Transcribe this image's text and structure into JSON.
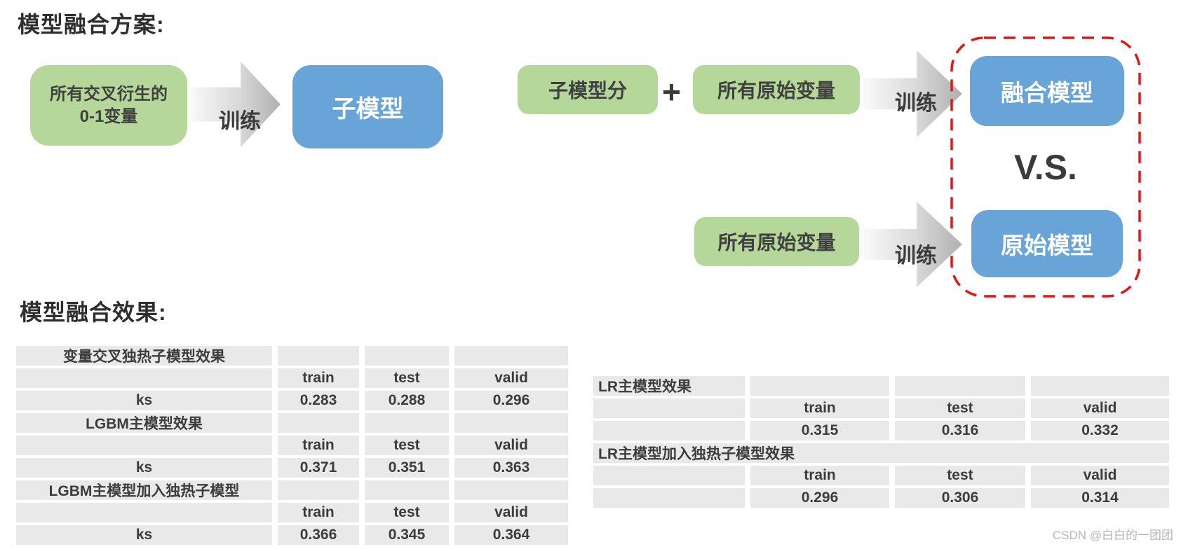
{
  "titles": {
    "scheme": "模型融合方案:",
    "effect": "模型融合效果:"
  },
  "watermark": "CSDN @白白的一团团",
  "colors": {
    "green_box": "#b5d89a",
    "blue_box": "#68a4d8",
    "dashed_border": "#e21717",
    "table_cell_bg": "#e9e9e9",
    "text_dark": "#3b3b3b"
  },
  "diagram": {
    "flow1": {
      "input_line1": "所有交叉衍生的",
      "input_line2": "0-1变量",
      "arrow_label": "训练",
      "output": "子模型"
    },
    "flow2": {
      "input1": "子模型分",
      "plus": "+",
      "input2": "所有原始变量",
      "arrow_label": "训练",
      "output": "融合模型"
    },
    "versus": "V.S.",
    "flow3": {
      "input": "所有原始变量",
      "arrow_label": "训练",
      "output": "原始模型"
    }
  },
  "tables": {
    "left": {
      "rows": [
        {
          "kind": "section",
          "cells": [
            "变量交叉独热子模型效果",
            "",
            "",
            ""
          ]
        },
        {
          "kind": "columns",
          "cells": [
            "",
            "train",
            "test",
            "valid"
          ]
        },
        {
          "kind": "data",
          "cells": [
            "ks",
            "0.283",
            "0.288",
            "0.296"
          ]
        },
        {
          "kind": "section",
          "cells": [
            "LGBM主模型效果",
            "",
            "",
            ""
          ]
        },
        {
          "kind": "columns",
          "cells": [
            "",
            "train",
            "test",
            "valid"
          ]
        },
        {
          "kind": "data",
          "cells": [
            "ks",
            "0.371",
            "0.351",
            "0.363"
          ]
        },
        {
          "kind": "section",
          "cells": [
            "LGBM主模型加入独热子模型",
            "",
            "",
            ""
          ]
        },
        {
          "kind": "columns",
          "cells": [
            "",
            "train",
            "test",
            "valid"
          ]
        },
        {
          "kind": "data",
          "cells": [
            "ks",
            "0.366",
            "0.345",
            "0.364"
          ]
        }
      ]
    },
    "right": {
      "rows": [
        {
          "kind": "section-left",
          "cells": [
            "LR主模型效果",
            "",
            "",
            ""
          ]
        },
        {
          "kind": "columns",
          "cells": [
            "",
            "train",
            "test",
            "valid"
          ]
        },
        {
          "kind": "data",
          "cells": [
            "",
            "0.315",
            "0.316",
            "0.332"
          ]
        },
        {
          "kind": "section-merged",
          "cells": [
            "LR主模型加入独热子模型效果"
          ]
        },
        {
          "kind": "columns",
          "cells": [
            "",
            "train",
            "test",
            "valid"
          ]
        },
        {
          "kind": "data",
          "cells": [
            "",
            "0.296",
            "0.306",
            "0.314"
          ]
        }
      ]
    }
  }
}
